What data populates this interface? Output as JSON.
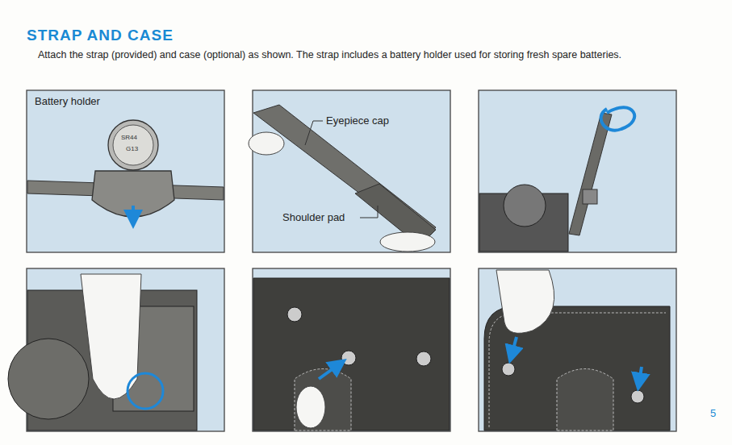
{
  "diagram": {
    "title": "STRAP AND CASE",
    "caption": "Attach the strap (provided) and case (optional) as shown. The strap includes a battery holder used for storing fresh spare batteries.",
    "labels": [
      "Battery holder",
      "SR44",
      "G13",
      "Eyepiece cap",
      "Shoulder pad",
      "5"
    ]
  }
}
